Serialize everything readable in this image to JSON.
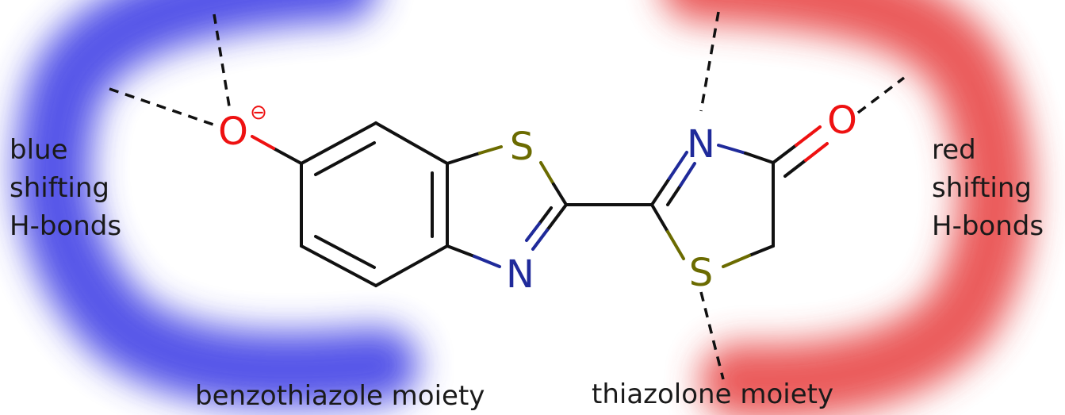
{
  "labels": {
    "blue_lines": [
      "blue",
      "shifting",
      "H-bonds"
    ],
    "red_lines": [
      "red",
      "shifting",
      "H-bonds"
    ],
    "benzothiazole": "benzothiazole moiety",
    "thiazolone": "thiazolone moiety"
  },
  "atoms": {
    "phenoxide_oxygen": "O",
    "phenoxide_charge": "⊖",
    "benzo_sulfur": "S",
    "benzo_nitrogen": "N",
    "thiazolone_nitrogen": "N",
    "thiazolone_sulfur": "S",
    "carbonyl_oxygen": "O"
  },
  "colors": {
    "blue_glow": "#4646e6",
    "red_glow": "#e84a4a",
    "oxygen": "#ee1111",
    "sulfur": "#6b6b00",
    "nitrogen": "#1f2a9a",
    "bond": "#111111"
  }
}
